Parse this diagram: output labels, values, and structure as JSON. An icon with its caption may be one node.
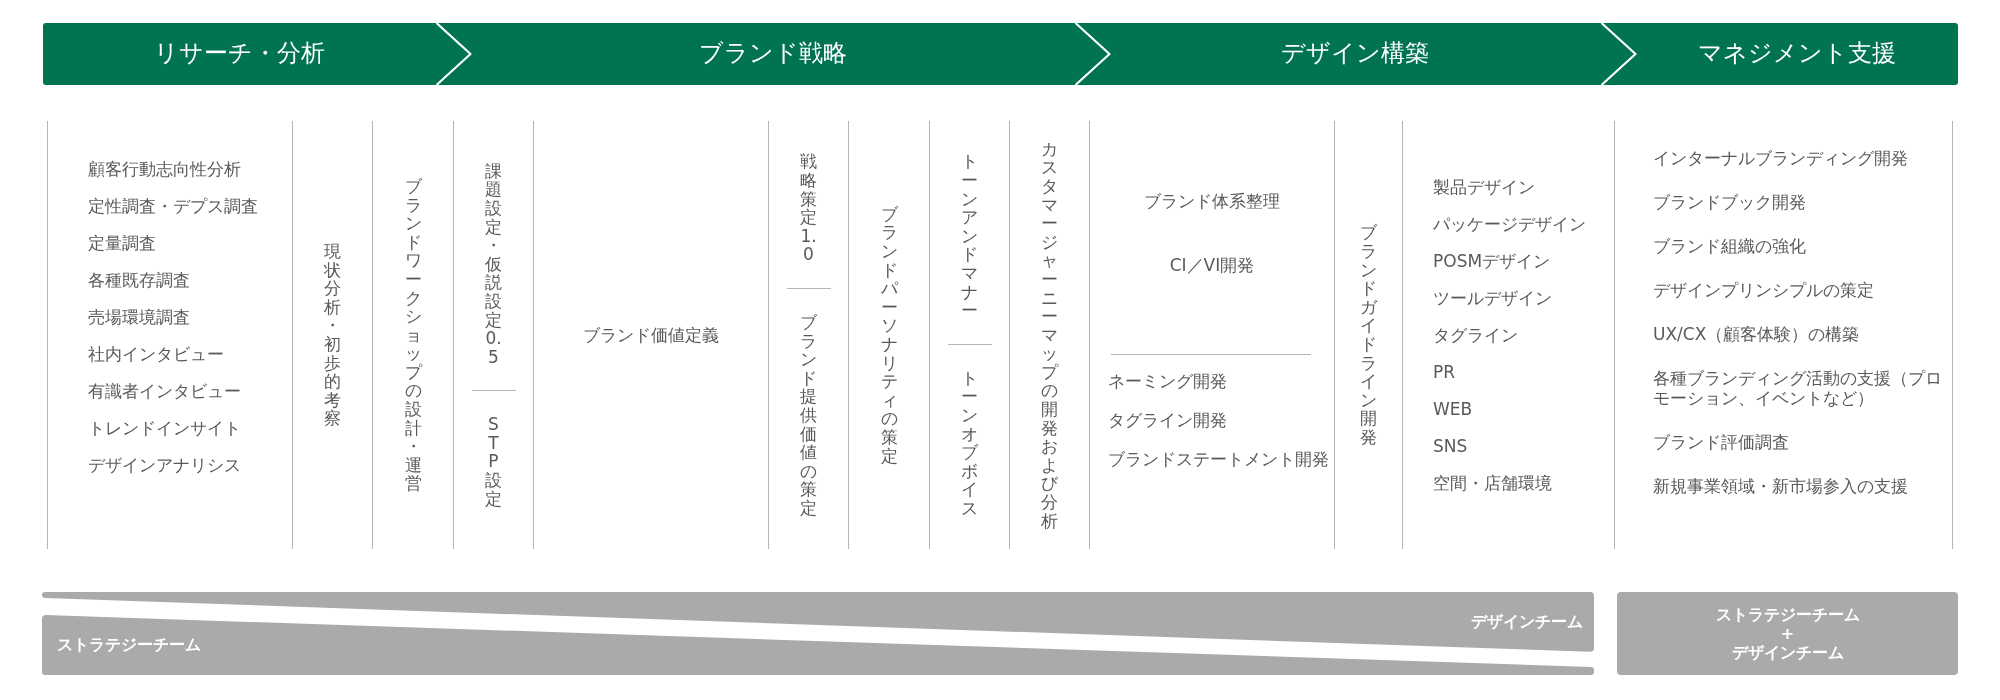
{
  "diagram": {
    "nodes": [
      {
        "text": [
          "リサーチ・分析"
        ]
      },
      {
        "text": [
          "ブランド戦略"
        ]
      },
      {
        "text": [
          "デザイン構築"
        ]
      },
      {
        "text": [
          "マネジメント支援"
        ]
      },
      {
        "text": [
          "顧客行動志向性分析",
          "定性調査・デプス調査",
          "定量調査",
          "各種既存調査",
          "売場環境調査",
          "社内インタビュー",
          "有識者インタビュー",
          "トレンドインサイト",
          "デザインアナリシス"
        ]
      },
      {
        "text": [
          "現状分析・初歩的考察"
        ]
      },
      {
        "text": [
          "ブランドワークショップの設計・運営"
        ]
      },
      {
        "text": [
          "課題設定・仮説設定0.5",
          "STP設定"
        ]
      },
      {
        "text": [
          "ブランド価値定義"
        ]
      },
      {
        "text": [
          "戦略策定1.0",
          "ブランド提供価値の策定"
        ]
      },
      {
        "text": [
          "ブランドパーソナリティの策定"
        ]
      },
      {
        "text": [
          "トーンアンドマナー",
          "トーンオブボイス"
        ]
      },
      {
        "text": [
          "カスタマージャーニーマップの開発および分析"
        ]
      },
      {
        "text": [
          "ブランド体系整理",
          "CI／VI開発",
          "ネーミング開発",
          "タグライン開発",
          "ブランドステートメント開発"
        ]
      },
      {
        "text": [
          "ブランドガイドライン開発"
        ]
      },
      {
        "text": [
          "製品デザイン",
          "パッケージデザイン",
          "POSMデザイン",
          "ツールデザイン",
          "タグライン",
          "PR",
          "WEB",
          "SNS",
          "空間・店舗環境"
        ]
      },
      {
        "text": [
          "インターナルブランディング開発",
          "ブランドブック開発",
          "ブランド組織の強化",
          "デザインプリンシプルの策定",
          "UX/CX（顧客体験）の構築",
          "各種ブランディング活動の支援（プロモーション、イベントなど）",
          "ブランド評価調査",
          "新規事業領域・新市場参入の支援"
        ]
      },
      {
        "text": [
          "デザインチーム"
        ]
      },
      {
        "text": [
          "ストラテジーチーム"
        ]
      },
      {
        "text": [
          "ストラテジーチーム",
          "+",
          "デザインチーム"
        ]
      }
    ],
    "edges": [
      {
        "from": 0,
        "to": 1,
        "arrow": "to"
      },
      {
        "from": 1,
        "to": 2,
        "arrow": "to"
      },
      {
        "from": 2,
        "to": 3,
        "arrow": "to"
      }
    ]
  }
}
